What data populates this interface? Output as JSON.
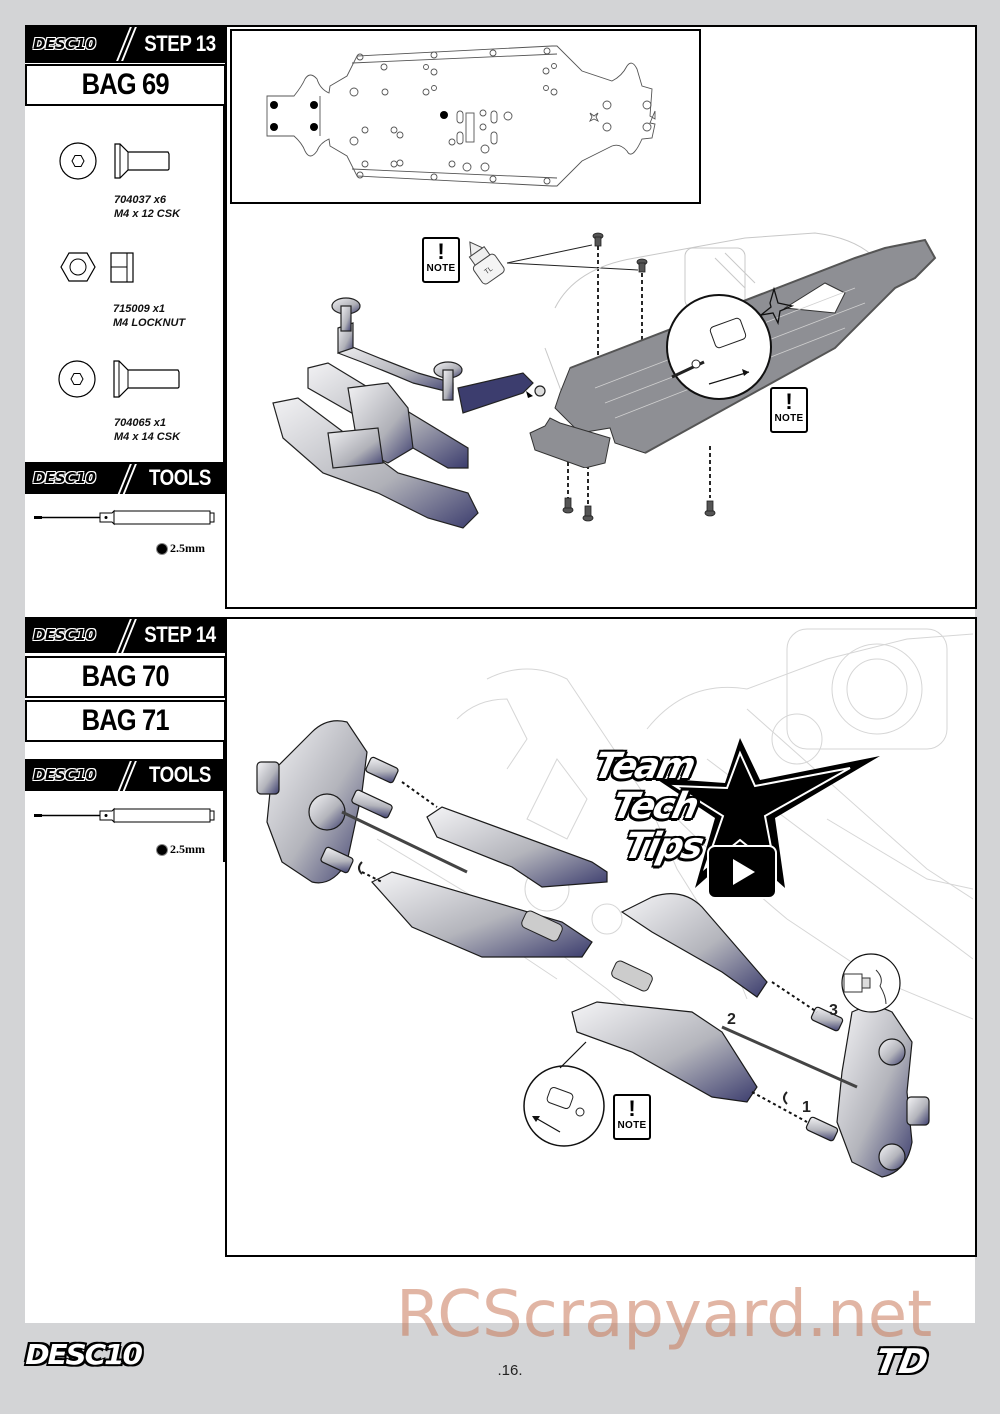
{
  "brand": "DESC10",
  "step13": {
    "step_label": "STEP 13",
    "bags": [
      "BAG 69"
    ],
    "parts": [
      {
        "code": "704037 x6",
        "desc": "M4 x 12 CSK",
        "icon": "countersunk-screw-icon"
      },
      {
        "code": "715009 x1",
        "desc": "M4 LOCKNUT",
        "icon": "locknut-icon"
      },
      {
        "code": "704065 x1",
        "desc": "M4 x 14 CSK",
        "icon": "countersunk-screw-icon"
      }
    ],
    "tools_label": "TOOLS",
    "tool_size": "2.5mm",
    "note_label": "NOTE",
    "threadlock_label": "TL"
  },
  "step14": {
    "step_label": "STEP 14",
    "bags": [
      "BAG 70",
      "BAG 71"
    ],
    "tools_label": "TOOLS",
    "tool_size": "2.5mm",
    "note_label": "NOTE",
    "callouts": [
      "1",
      "2",
      "3"
    ],
    "team_tech_tips": [
      "Team",
      "Tech",
      "Tips"
    ]
  },
  "footer": {
    "brand": "DESC10",
    "page_number": ".16.",
    "logo_text": "TD",
    "watermark": "RCScrapyard.net"
  },
  "colors": {
    "page_bg": "#d3d4d6",
    "header_bg": "#000000",
    "part_shade": "#3c3d6e",
    "watermark": "#c8785a"
  }
}
